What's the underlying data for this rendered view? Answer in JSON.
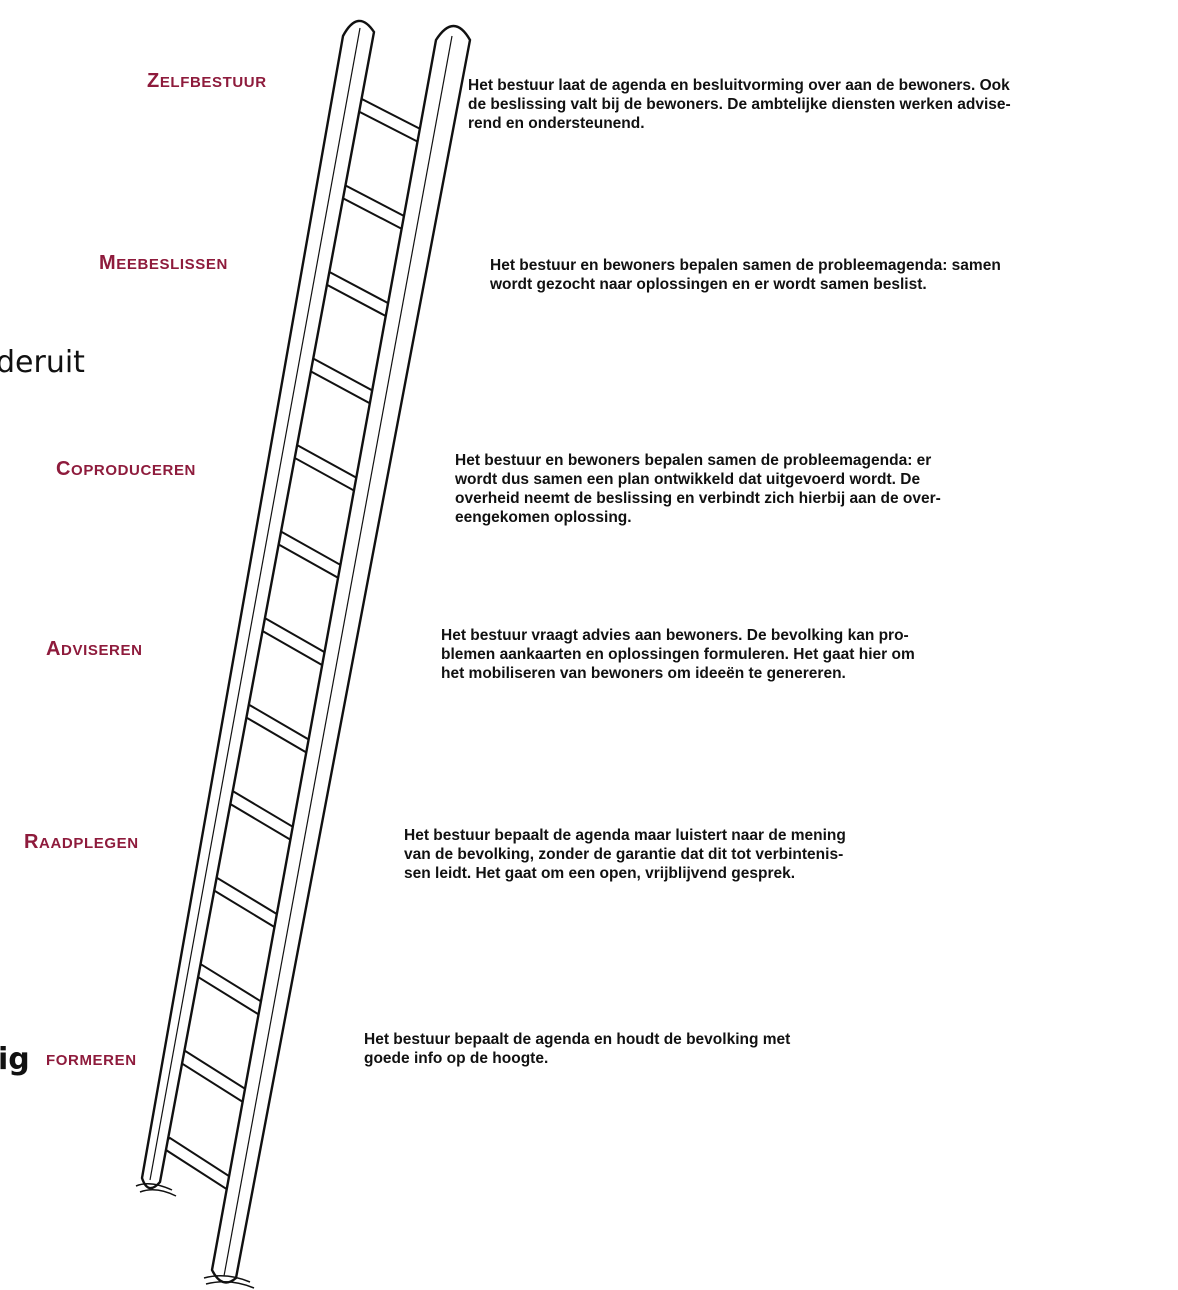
{
  "levels": [
    {
      "cap": "Z",
      "rest": "ELFBESTUUR",
      "description": "Het bestuur laat de agenda en besluitvorming over aan de bewoners. Ook\nde beslissing valt bij de bewoners. De ambtelijke diensten werken advise-\nrend en ondersteunend."
    },
    {
      "cap": "M",
      "rest": "EEBESLISSEN",
      "description": "Het bestuur en bewoners bepalen samen de probleemagenda: samen\nwordt gezocht naar oplossingen en er wordt samen beslist."
    },
    {
      "cap": "C",
      "rest": "OPRODUCEREN",
      "description": "Het bestuur en bewoners bepalen samen de probleemagenda: er\nwordt dus samen een plan ontwikkeld dat uitgevoerd wordt. De\noverheid neemt de beslissing en verbindt zich hierbij aan de over-\neengekomen oplossing."
    },
    {
      "cap": "A",
      "rest": "DVISEREN",
      "description": "Het bestuur vraagt advies aan bewoners. De bevolking kan pro-\nblemen aankaarten en oplossingen formuleren. Het gaat hier om\nhet mobiliseren van bewoners om ideeën te genereren."
    },
    {
      "cap": "R",
      "rest": "AADPLEGEN",
      "description": "Het bestuur bepaalt de agenda maar luistert naar de mening\nvan de bevolking, zonder de garantie dat dit tot verbintenis-\nsen leidt. Het gaat om een open, vrijblijvend gesprek."
    },
    {
      "cap": "",
      "rest": "FORMEREN",
      "description": "Het bestuur bepaalt de agenda en houdt de bevolking met\ngoede info op de hoogte."
    }
  ],
  "fragments": {
    "left": "deruit",
    "ig": "ig"
  },
  "colors": {
    "label": "#8e1b3c",
    "text": "#111111",
    "ladder": "#111111"
  }
}
